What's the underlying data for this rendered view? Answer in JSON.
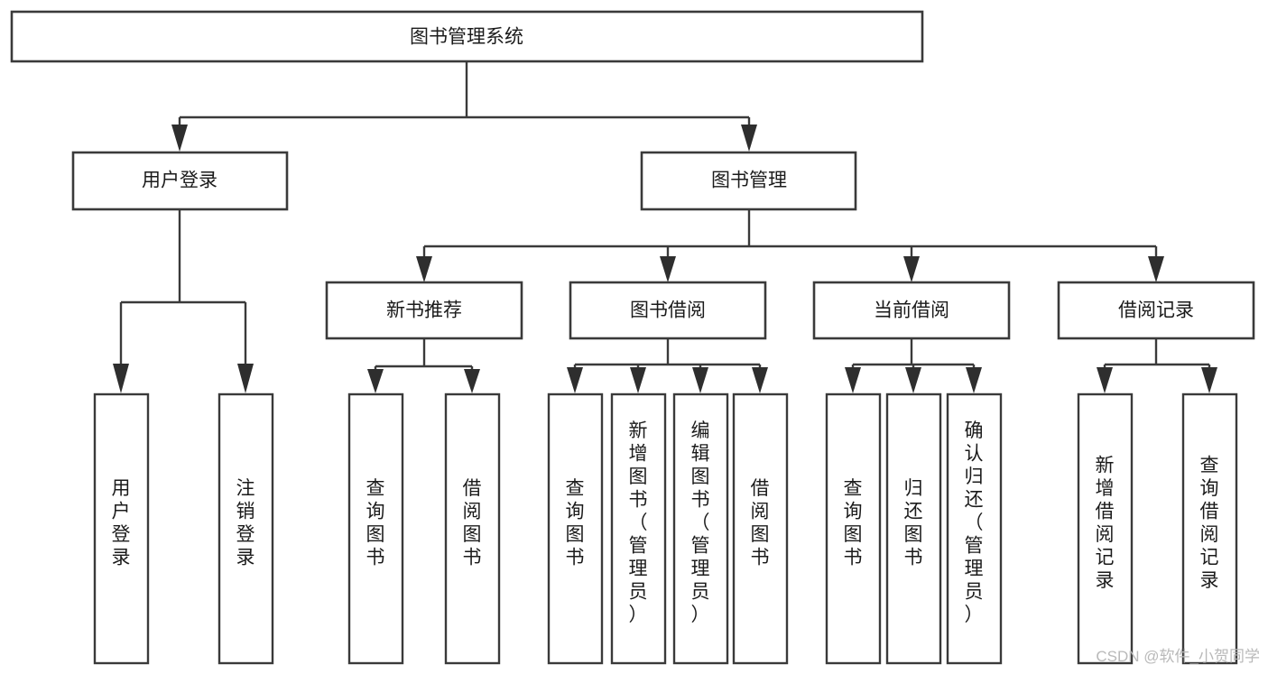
{
  "diagram": {
    "type": "tree-hierarchy-diagram",
    "title": "图书管理系统",
    "orientation": "top-down",
    "colors": {
      "box_stroke": "#3a3a3a",
      "box_fill": "#ffffff",
      "connector": "#3a3a3a",
      "arrow": "#2e2e2e",
      "text": "#1b1b1b",
      "watermark": "#b9b9b9",
      "background": "#ffffff"
    },
    "levels": {
      "level0": "系统",
      "level1": "模块",
      "level2": "子模块",
      "level3": "功能"
    },
    "root": {
      "id": "root",
      "label": "图书管理系统",
      "orientation": "horizontal"
    },
    "level1": [
      {
        "id": "user-login",
        "label": "用户登录",
        "orientation": "horizontal"
      },
      {
        "id": "book-manage",
        "label": "图书管理",
        "orientation": "horizontal"
      }
    ],
    "level2": [
      {
        "id": "new-book-recommend",
        "label": "新书推荐",
        "orientation": "horizontal",
        "parent": "book-manage"
      },
      {
        "id": "book-borrow",
        "label": "图书借阅",
        "orientation": "horizontal",
        "parent": "book-manage"
      },
      {
        "id": "current-borrow",
        "label": "当前借阅",
        "orientation": "horizontal",
        "parent": "book-manage"
      },
      {
        "id": "borrow-record",
        "label": "借阅记录",
        "orientation": "horizontal",
        "parent": "book-manage"
      }
    ],
    "leaves": [
      {
        "id": "leaf-user-login",
        "label": "用户登录",
        "orientation": "vertical",
        "parent": "user-login"
      },
      {
        "id": "leaf-user-logout",
        "label": "注销登录",
        "orientation": "vertical",
        "parent": "user-login"
      },
      {
        "id": "leaf-query-book-1",
        "label": "查询图书",
        "orientation": "vertical",
        "parent": "new-book-recommend"
      },
      {
        "id": "leaf-borrow-book-1",
        "label": "借阅图书",
        "orientation": "vertical",
        "parent": "new-book-recommend"
      },
      {
        "id": "leaf-query-book-2",
        "label": "查询图书",
        "orientation": "vertical",
        "parent": "book-borrow"
      },
      {
        "id": "leaf-add-book",
        "label": "新增图书（管理员）",
        "orientation": "vertical",
        "parent": "book-borrow"
      },
      {
        "id": "leaf-edit-book",
        "label": "编辑图书（管理员）",
        "orientation": "vertical",
        "parent": "book-borrow"
      },
      {
        "id": "leaf-borrow-book-2",
        "label": "借阅图书",
        "orientation": "vertical",
        "parent": "book-borrow"
      },
      {
        "id": "leaf-query-book-3",
        "label": "查询图书",
        "orientation": "vertical",
        "parent": "current-borrow"
      },
      {
        "id": "leaf-return-book",
        "label": "归还图书",
        "orientation": "vertical",
        "parent": "current-borrow"
      },
      {
        "id": "leaf-confirm-return",
        "label": "确认归还（管理员）",
        "orientation": "vertical",
        "parent": "current-borrow"
      },
      {
        "id": "leaf-add-record",
        "label": "新增借阅记录",
        "orientation": "vertical",
        "parent": "borrow-record"
      },
      {
        "id": "leaf-query-record",
        "label": "查询借阅记录",
        "orientation": "vertical",
        "parent": "borrow-record"
      }
    ]
  },
  "watermark": {
    "text": "CSDN @软件_小贺同学"
  }
}
